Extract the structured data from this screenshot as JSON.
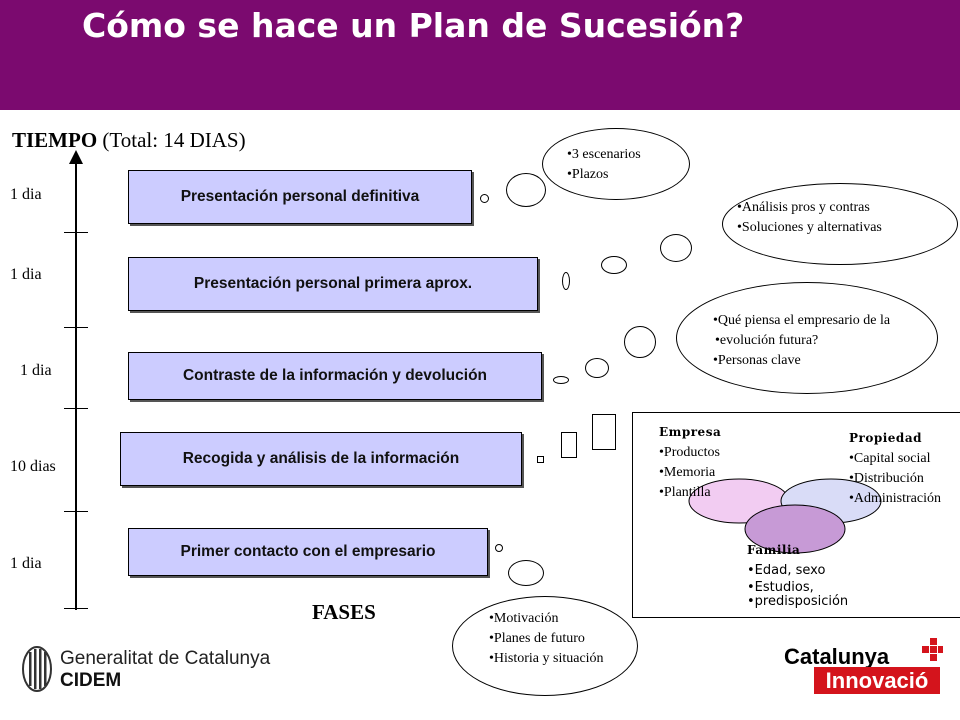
{
  "header": {
    "title": "Cómo se hace un Plan de Sucesión?"
  },
  "tiempo": {
    "label": "TIEMPO",
    "total": " (Total: 14 DIAS)"
  },
  "days": [
    "1 dia",
    "1 dia",
    "1 dia",
    "10 dias",
    "1 dia"
  ],
  "phases": [
    "Presentación personal definitiva",
    "Presentación personal primera aprox.",
    "Contraste de la información y devolución",
    "Recogida y análisis de la información",
    "Primer contacto con el empresario"
  ],
  "fases_label": "FASES",
  "clouds": {
    "escenarios": [
      "3 escenarios",
      "Plazos"
    ],
    "analisis": [
      "Análisis pros y contras",
      "Soluciones y alternativas"
    ],
    "empresario": [
      "Qué piensa el empresario de la",
      "evolución futura?",
      "Personas clave"
    ],
    "motivacion": [
      "Motivación",
      "Planes de futuro",
      "Historia y situación"
    ]
  },
  "venn_box": {
    "empresa": {
      "title": "Empresa",
      "items": [
        "Productos",
        "Memoria",
        "Plantilla"
      ]
    },
    "propiedad": {
      "title": "Propiedad",
      "items": [
        "Capital social",
        "Distribución",
        "Administración"
      ]
    },
    "familia": {
      "title": "Familia",
      "items": [
        "Edad, sexo",
        "Estudios,",
        "predisposición"
      ]
    },
    "colors": {
      "empresa": "#f2ccf2",
      "propiedad": "#d9dcf7",
      "familia": "#c79ad6"
    }
  },
  "logos": {
    "generalitat_line1": "Generalitat de Catalunya",
    "generalitat_line2": "CIDEM",
    "catalunya": "Catalunya",
    "innovacio": "Innovació"
  },
  "colors": {
    "header_bg": "#7b0a6f",
    "phase_bg": "#ccccff",
    "brand_red": "#d4141c"
  }
}
